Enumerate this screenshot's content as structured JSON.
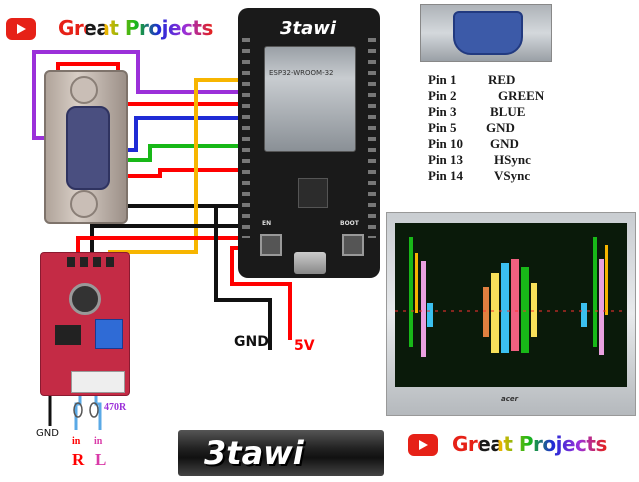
{
  "brand": {
    "channel_name": "Great Projects",
    "logo_text": "3tawi",
    "board_brand": "3tawi"
  },
  "pinout": [
    {
      "pin": "Pin 1",
      "signal": "RED"
    },
    {
      "pin": "Pin 2",
      "signal": "GREEN"
    },
    {
      "pin": "Pin 3",
      "signal": "BLUE"
    },
    {
      "pin": "Pin 5",
      "signal": "GND"
    },
    {
      "pin": "Pin 10",
      "signal": "GND"
    },
    {
      "pin": "Pin 13",
      "signal": "HSync"
    },
    {
      "pin": "Pin 14",
      "signal": "VSync"
    }
  ],
  "power": {
    "gnd_label": "GND",
    "v5_label": "5V"
  },
  "module": {
    "gnd_label": "GND",
    "resistor_label": "470R",
    "input_r": {
      "top": "in",
      "bottom": "R"
    },
    "input_l": {
      "top": "in",
      "bottom": "L"
    }
  },
  "esp32": {
    "module_text": "ESP32-WROOM-32",
    "button_en": "EN",
    "button_boot": "BOOT"
  },
  "monitor": {
    "brand": "acer"
  },
  "colors": {
    "youtube_red": "#e62117",
    "wire_purple": "#9b30d9",
    "wire_red": "#ff0000",
    "wire_blue": "#1f2bd6",
    "wire_green": "#18b818",
    "wire_black": "#111111",
    "wire_yellow": "#f7b500",
    "pcb_red": "#c42b45",
    "board_black": "#1a1a1a"
  }
}
